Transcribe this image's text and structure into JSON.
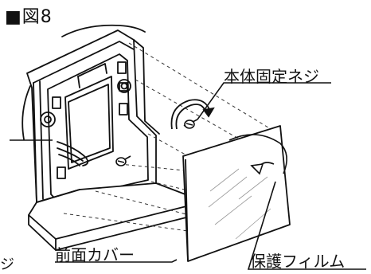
{
  "figure_label": "■図8",
  "labels": {
    "body_screw": "本体固定ネジ",
    "front_cover": "前面カバー",
    "protective_film": "保護フィルム",
    "cut_text": "ジ"
  },
  "colors": {
    "line": "#111111",
    "film": "#ffffff",
    "background": "#ffffff"
  }
}
